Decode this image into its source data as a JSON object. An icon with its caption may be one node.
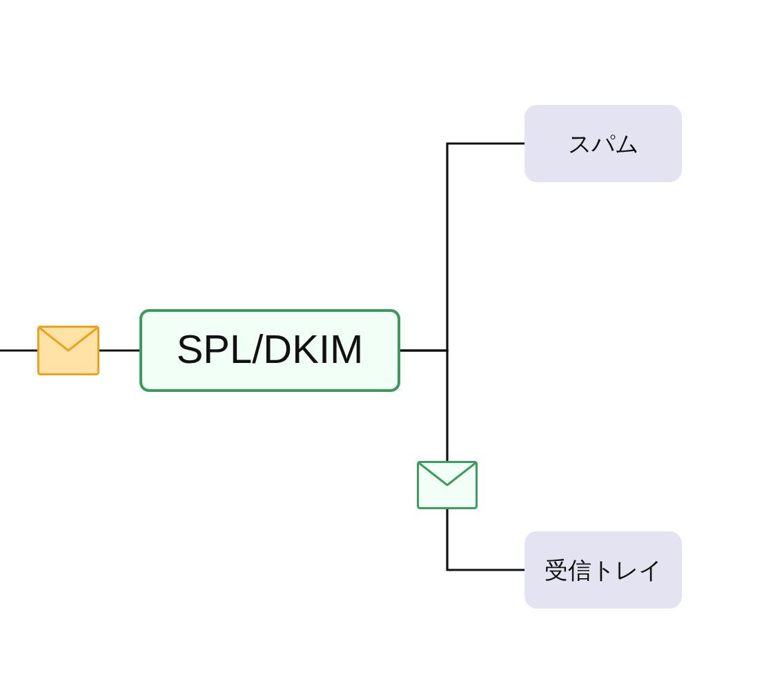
{
  "diagram": {
    "nodes": [
      {
        "text": [],
        "shape": "envelope"
      },
      {
        "text": [
          "SPL/DKIM"
        ]
      },
      {
        "text": [
          "スパム"
        ]
      },
      {
        "text": [],
        "shape": "envelope"
      },
      {
        "text": [
          "受信トレイ"
        ]
      }
    ],
    "edges": [
      {
        "from": null,
        "to": 0,
        "arrow": "none"
      },
      {
        "from": 0,
        "to": 1,
        "arrow": "none"
      },
      {
        "from": 1,
        "to": 2,
        "arrow": "none"
      },
      {
        "from": 1,
        "to": 3,
        "arrow": "none"
      },
      {
        "from": 3,
        "to": 4,
        "arrow": "none"
      }
    ]
  }
}
